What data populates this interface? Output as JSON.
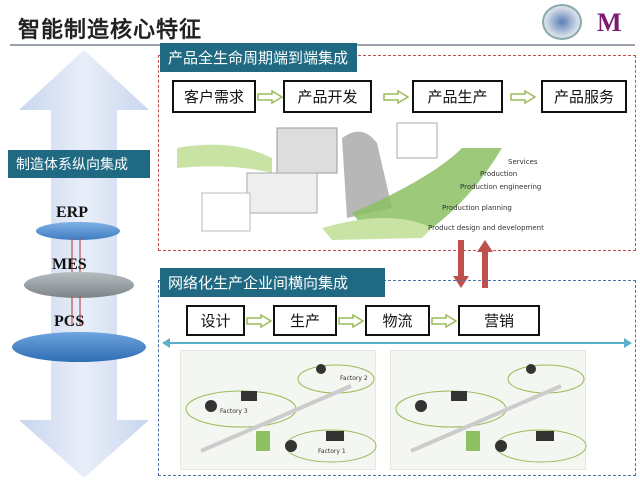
{
  "title": "智能制造核心特征",
  "vertical": {
    "label": "制造体系纵向集成",
    "layers": [
      "ERP",
      "MES",
      "PCS"
    ]
  },
  "lifecycle": {
    "label": "产品全生命周期端到端集成",
    "steps": [
      "客户需求",
      "产品开发",
      "产品生产",
      "产品服务"
    ],
    "phases": [
      "Services",
      "Production",
      "Production engineering",
      "Production planning",
      "Product design and development"
    ]
  },
  "network": {
    "label": "网络化生产企业间横向集成",
    "steps": [
      "设计",
      "生产",
      "物流",
      "营销"
    ],
    "factories": [
      "Factory 1",
      "Factory 2",
      "Factory 3"
    ]
  },
  "colors": {
    "teal": "#1f6a82",
    "red_dash": "#c0504d",
    "blue_dash": "#4f6fa8",
    "green_arrow": "#9bbb59"
  }
}
